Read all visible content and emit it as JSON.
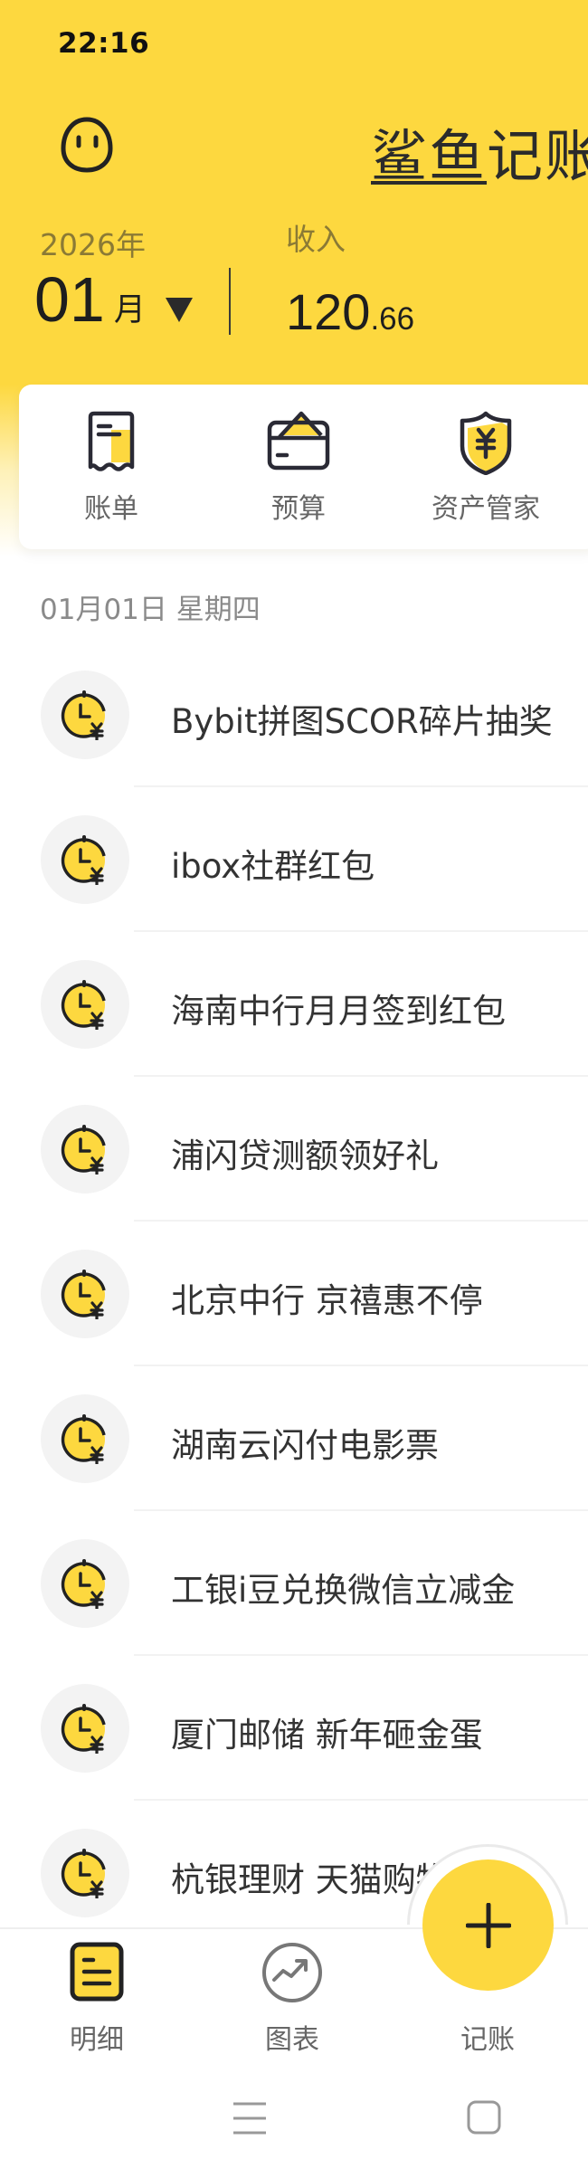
{
  "status_bar": {
    "time": "22:16"
  },
  "header": {
    "app_title_part1": "鲨鱼",
    "app_title_part2": "记账",
    "year_label": "2026年",
    "month_number": "01",
    "month_unit": "月",
    "income_label": "收入",
    "income_integer": "120",
    "income_decimal": ".66",
    "accent_color": "#FDD83F"
  },
  "quick_actions": [
    {
      "label": "账单",
      "icon": "receipt-icon"
    },
    {
      "label": "预算",
      "icon": "wallet-icon"
    },
    {
      "label": "资产管家",
      "icon": "shield-yen-icon"
    }
  ],
  "date_header": "01月01日 星期四",
  "records": [
    {
      "title": "Bybit拼图SCOR碎片抽奖",
      "icon": "clock-yen-icon"
    },
    {
      "title": "ibox社群红包",
      "icon": "clock-yen-icon"
    },
    {
      "title": "海南中行月月签到红包",
      "icon": "clock-yen-icon"
    },
    {
      "title": "浦闪贷测额领好礼",
      "icon": "clock-yen-icon"
    },
    {
      "title": "北京中行 京禧惠不停",
      "icon": "clock-yen-icon"
    },
    {
      "title": "湖南云闪付电影票",
      "icon": "clock-yen-icon"
    },
    {
      "title": "工银i豆兑换微信立减金",
      "icon": "clock-yen-icon"
    },
    {
      "title": "厦门邮储 新年砸金蛋",
      "icon": "clock-yen-icon"
    },
    {
      "title": "杭银理财 天猫购物",
      "icon": "clock-yen-icon"
    }
  ],
  "tabbar": {
    "tabs": [
      {
        "label": "明细",
        "icon": "detail-list-icon",
        "active": true
      },
      {
        "label": "图表",
        "icon": "trend-chart-icon",
        "active": false
      },
      {
        "label": "记账",
        "icon": "plus-icon",
        "active": false
      }
    ]
  },
  "navbar": {
    "buttons": [
      "menu-icon",
      "home-square-icon"
    ]
  }
}
